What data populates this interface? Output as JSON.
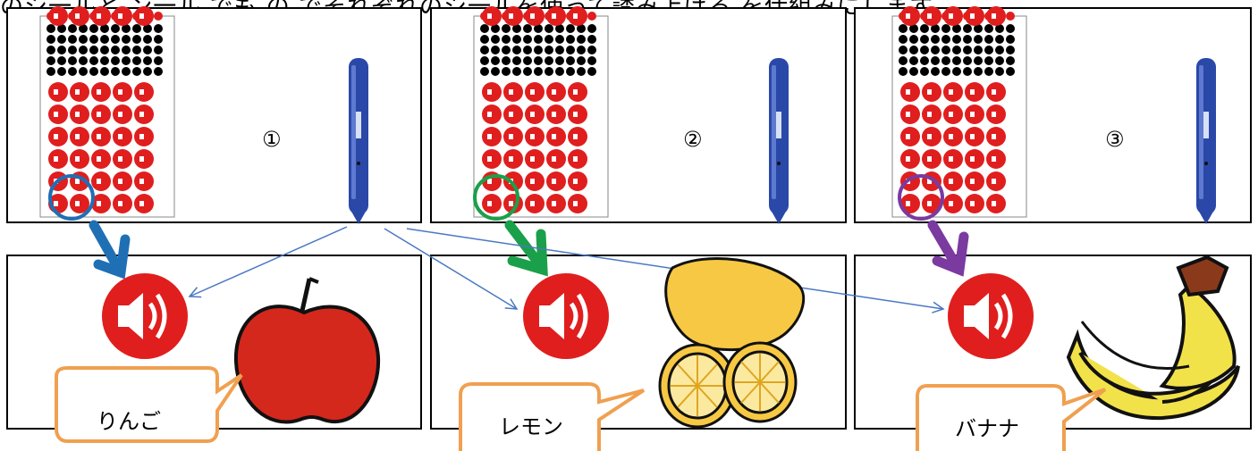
{
  "header": {
    "cut_text": "のシ一ルと ン一ル でも の でそれぞれのシ一ルを使って誘み上げる を仕組みにします"
  },
  "panels": [
    {
      "number": "①",
      "word": "りんご",
      "circle_color": "#1f6fb5",
      "arrow_color": "#1f6fb5",
      "fruit": "apple"
    },
    {
      "number": "②",
      "word": "レモン",
      "circle_color": "#1aa04a",
      "arrow_color": "#1aa04a",
      "fruit": "lemon"
    },
    {
      "number": "③",
      "word": "バナナ",
      "circle_color": "#7a3aa0",
      "arrow_color": "#7a3aa0",
      "fruit": "banana"
    }
  ],
  "colors": {
    "sticker_red": "#e01e1e",
    "pen_blue": "#2a48a8",
    "thin_arrow": "#4a78c2",
    "callout_border": "#f0a050"
  }
}
